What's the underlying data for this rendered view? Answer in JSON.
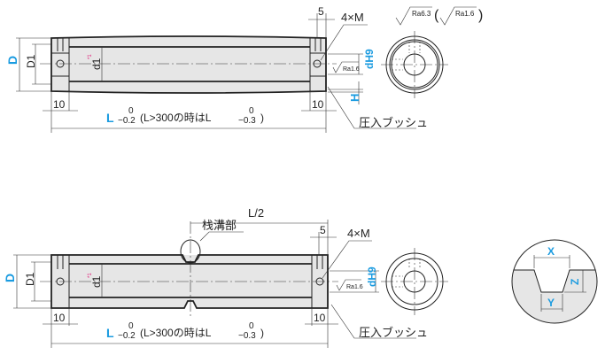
{
  "top_view": {
    "dim_D": "D",
    "dim_D1": "D1",
    "dim_d1": "d1",
    "note_mark": "*1",
    "dim_5": "5",
    "thread": "4×M",
    "dim_dH9": "dH9",
    "dim_H": "H",
    "dim_10_left": "10",
    "dim_10_right": "10",
    "length_L": "L",
    "tol_upper": "0",
    "tol_lower": "−0.2",
    "length_note_prefix": "(L>300の時はL",
    "tol2_upper": "0",
    "tol2_lower": "−0.3",
    "length_note_suffix": ")",
    "bushing_label": "圧入ブッシュ",
    "roughness_inner": "Ra1.6",
    "roughness_general": "Ra6.3",
    "roughness_paren": "Ra1.6"
  },
  "bottom_view": {
    "dim_half_L": "L/2",
    "groove_label": "栈溝部",
    "dim_D": "D",
    "dim_D1": "D1",
    "dim_d1": "d1",
    "note_mark": "*1",
    "dim_5": "5",
    "thread": "4×M",
    "dim_dH9": "dH9",
    "dim_10_left": "10",
    "dim_10_right": "10",
    "length_L": "L",
    "tol_upper": "0",
    "tol_lower": "−0.2",
    "length_note_prefix": "(L>300の時はL",
    "tol2_upper": "0",
    "tol2_lower": "−0.3",
    "length_note_suffix": ")",
    "bushing_label": "圧入ブッシュ",
    "roughness_inner": "Ra1.6"
  },
  "groove_detail": {
    "dim_X": "X",
    "dim_Y": "Y",
    "dim_Z": "Z"
  },
  "colors": {
    "accent": "#1a9be0",
    "note": "#e0207a"
  }
}
